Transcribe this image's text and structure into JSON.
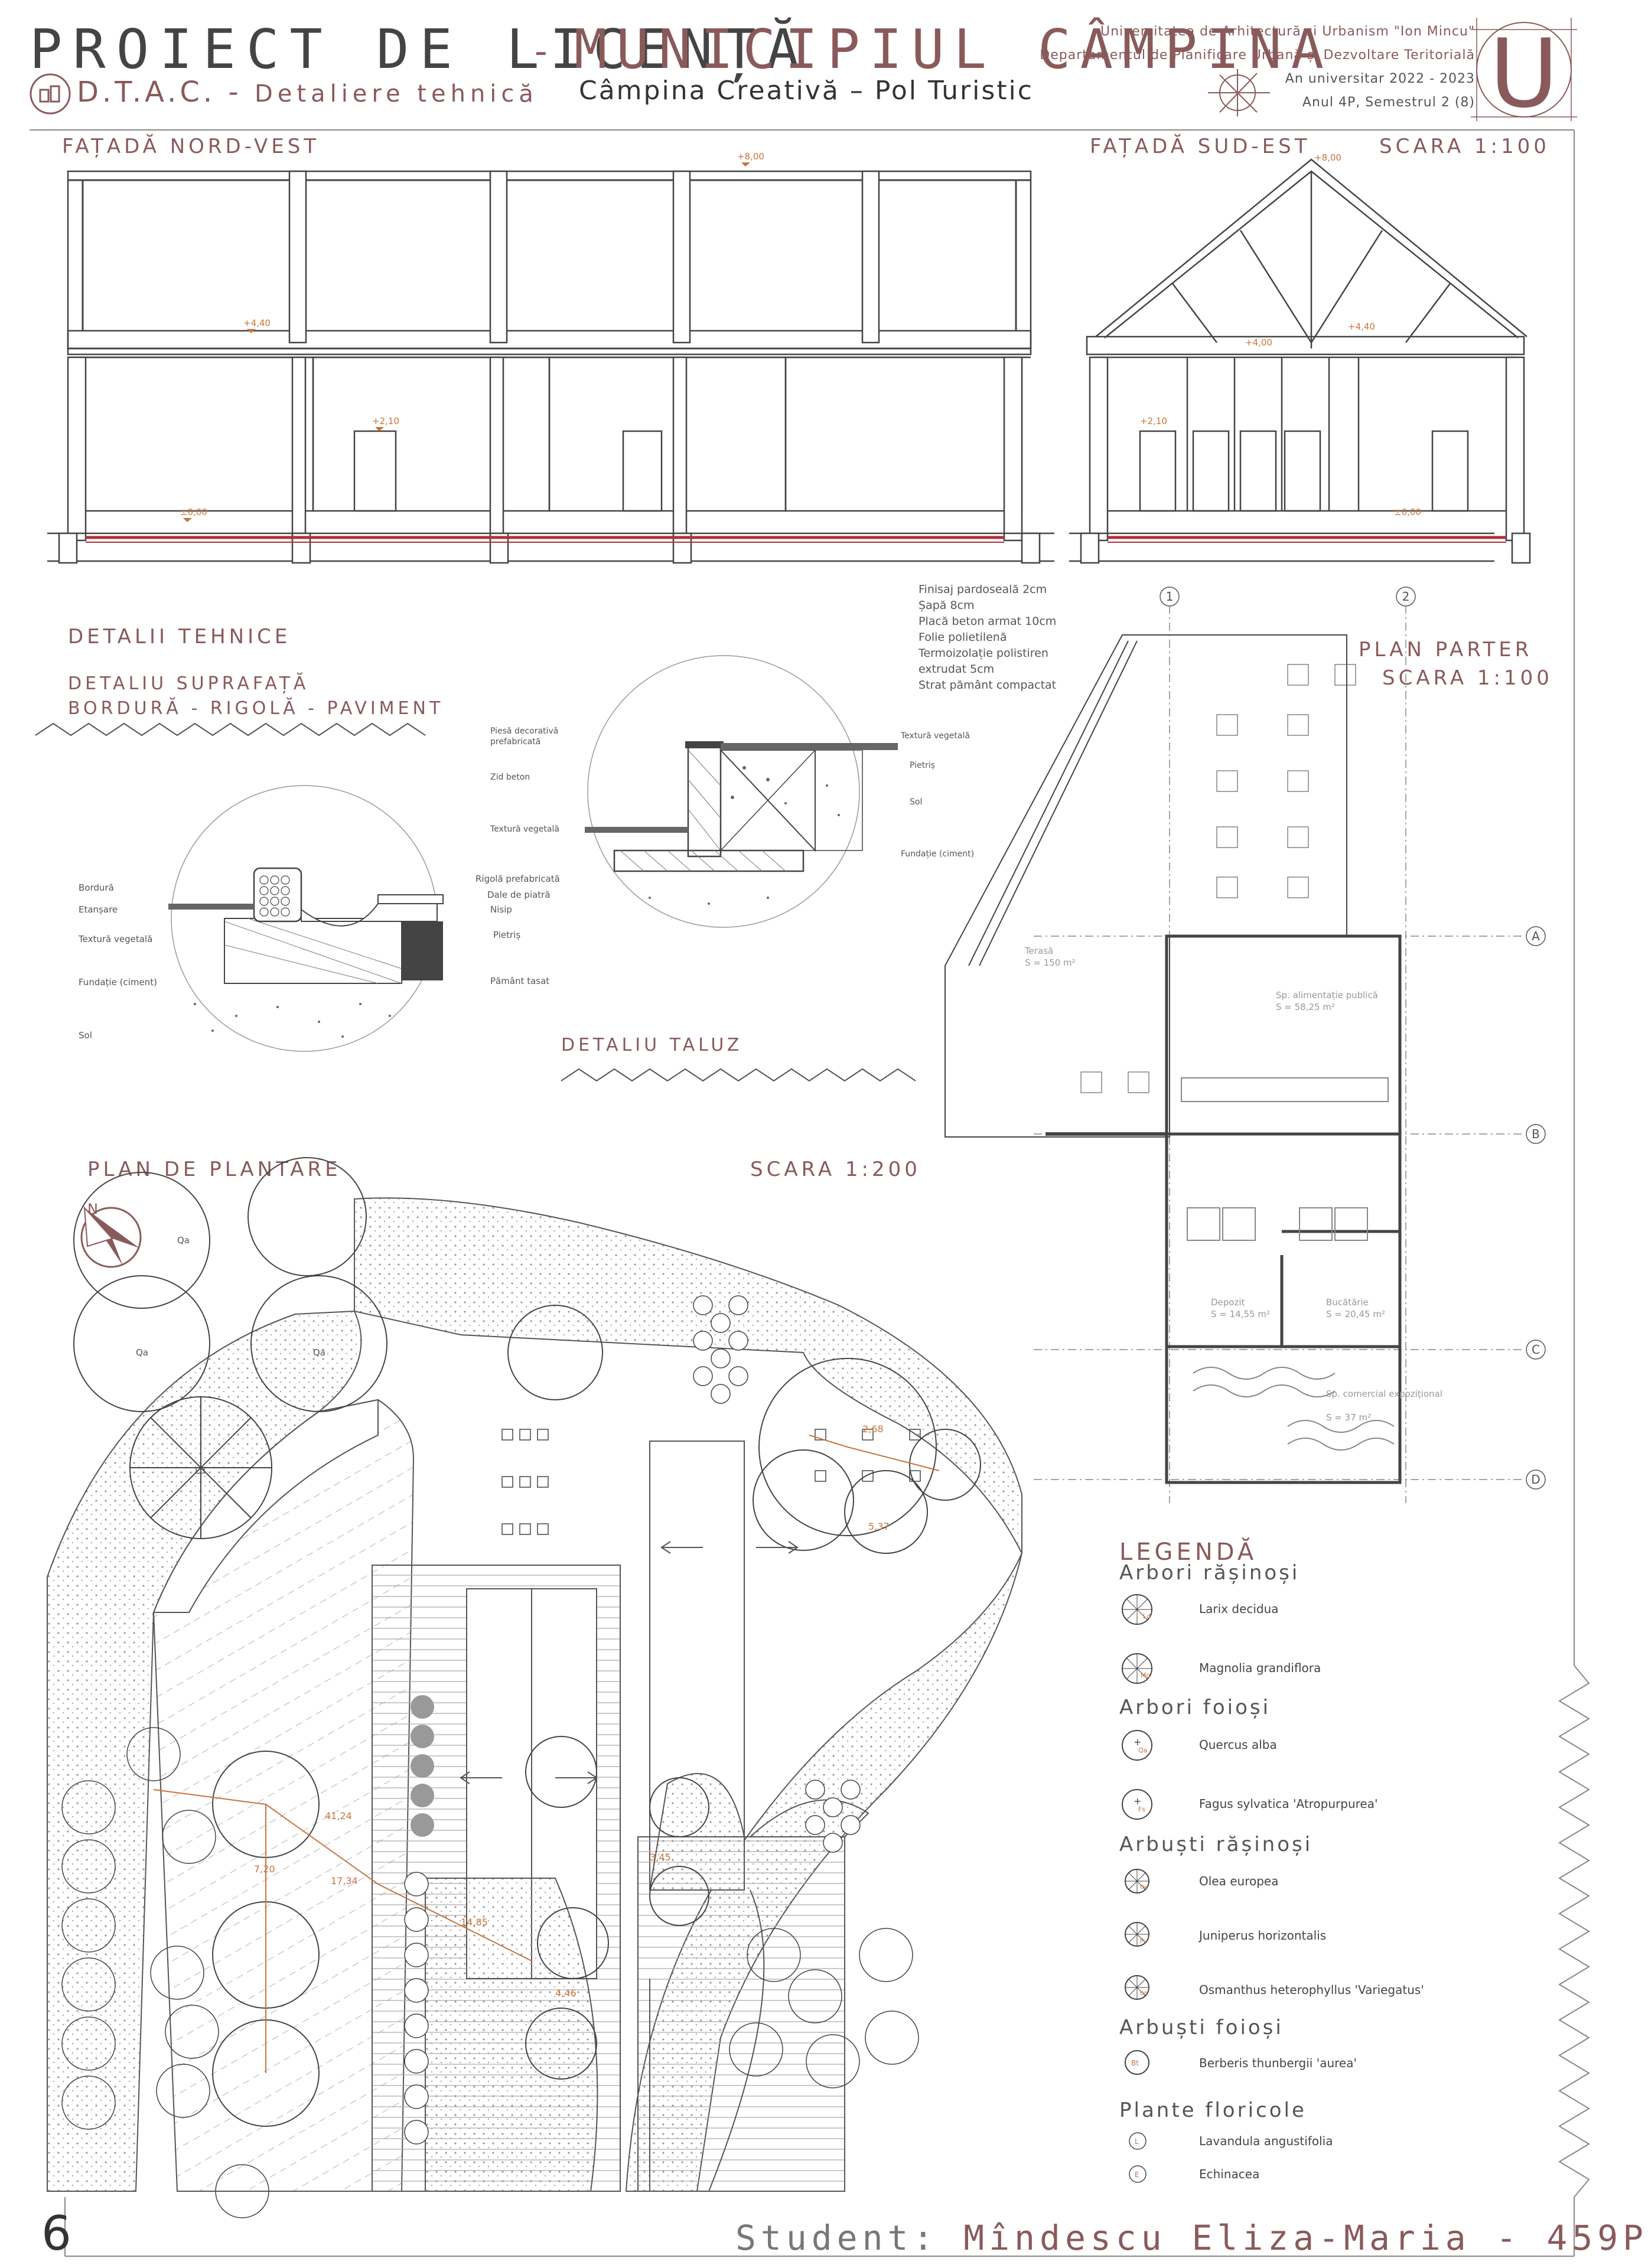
{
  "header": {
    "title": "PROIECT DE LICENȚĂ",
    "dash": "-",
    "municipality": "MUNICIPIUL CÂMPINA",
    "subtitle_code": "D.T.A.C. -",
    "subtitle_desc": "Detaliere tehnică",
    "project_name": "Câmpina Creativă  –  Pol Turistic",
    "university": "Universitatea de Arhitectură și Urbanism \"Ion Mincu\"",
    "department": "Departamentul de Planificare Urbană și Dezvoltare Teritorială",
    "academic_year": "An universitar 2022 - 2023",
    "semester": "Anul 4P, Semestrul 2 (8)",
    "logo_letter": "U"
  },
  "facades": {
    "nw_title": "FAȚADĂ NORD-VEST",
    "se_title": "FAȚADĂ SUD-EST",
    "scale": "SCARA 1:100",
    "levels": {
      "top": "+8,00",
      "mid": "+4,40",
      "mid2": "+4,00",
      "door": "+2,10",
      "ground": "±0,00"
    }
  },
  "floor_layers": [
    "Finisaj pardoseală 2cm",
    "Șapă 8cm",
    "Placă beton armat 10cm",
    "Folie polietilenă",
    "Termoizolație polistiren",
    "extrudat 5cm",
    "Strat pământ compactat"
  ],
  "details": {
    "title": "DETALII TEHNICE",
    "surface_title": "DETALIU SUPRAFAȚĂ",
    "surface_sub": "BORDURĂ - RIGOLĂ - PAVIMENT",
    "slope_title": "DETALIU TALUZ",
    "surface_labels_left": [
      "Bordură",
      "Etanșare",
      "Textură vegetală",
      "Fundație (ciment)",
      "Sol"
    ],
    "surface_labels_right": [
      "Rigolă prefabricată",
      "Dale de piatră",
      "Nisip",
      "Pietriș",
      "Pământ tasat"
    ],
    "slope_labels_left": [
      "Piesă decorativă",
      "prefabricată",
      "Zid beton",
      "Textură vegetală"
    ],
    "slope_labels_right": [
      "Textură vegetală",
      "Pietriș",
      "Sol",
      "Fundație (ciment)"
    ]
  },
  "ground_plan": {
    "title": "PLAN PARTER",
    "scale": "SCARA 1:100",
    "axes_num": [
      "1",
      "2"
    ],
    "axes_letter": [
      "A",
      "B",
      "C",
      "D"
    ],
    "rooms": [
      {
        "name": "Terasă",
        "area": "S = 150 m²"
      },
      {
        "name": "Sp. alimentație publică",
        "area": "S = 58,25 m²"
      },
      {
        "name": "Depozit",
        "area": "S = 14,55 m²"
      },
      {
        "name": "Bucătărie",
        "area": "S = 20,45 m²"
      },
      {
        "name": "Sp. comercial expozițional",
        "area": "S = 37 m²"
      }
    ]
  },
  "planting": {
    "title": "PLAN DE PLANTARE",
    "scale": "SCARA 1:200",
    "dims": [
      "2,68",
      "5,37",
      "41,24",
      "17,34",
      "14,85",
      "7,20",
      "4,46",
      "3,45"
    ]
  },
  "legend": {
    "title": "LEGENDĂ",
    "groups": [
      {
        "head": "Arbori rășinoși",
        "items": [
          {
            "code": "Ld",
            "name": "Larix decidua"
          },
          {
            "code": "Mg",
            "name": "Magnolia grandiflora"
          }
        ]
      },
      {
        "head": "Arbori foioși",
        "items": [
          {
            "code": "Qa",
            "name": "Quercus alba"
          },
          {
            "code": "Fs",
            "name": "Fagus sylvatica 'Atropurpurea'"
          }
        ]
      },
      {
        "head": "Arbuști rășinoși",
        "items": [
          {
            "code": "Oe",
            "name": "Olea europea"
          },
          {
            "code": "Jh",
            "name": "Juniperus horizontalis"
          },
          {
            "code": "Oh",
            "name": "Osmanthus heterophyllus 'Variegatus'"
          }
        ]
      },
      {
        "head": "Arbuști foioși",
        "items": [
          {
            "code": "Bt",
            "name": "Berberis thunbergii 'aurea'"
          }
        ]
      },
      {
        "head": "Plante floricole",
        "items": [
          {
            "code": "L",
            "name": "Lavandula angustifolia"
          },
          {
            "code": "E",
            "name": "Echinacea"
          }
        ]
      }
    ]
  },
  "footer": {
    "page_number": "6",
    "student_label": "Student:",
    "student_name": "Mîndescu Eliza-Maria - 459P"
  },
  "colors": {
    "accent": "#8a5a5a",
    "dim": "#c8743c",
    "red_layer": "#b0303a",
    "line": "#444444"
  }
}
